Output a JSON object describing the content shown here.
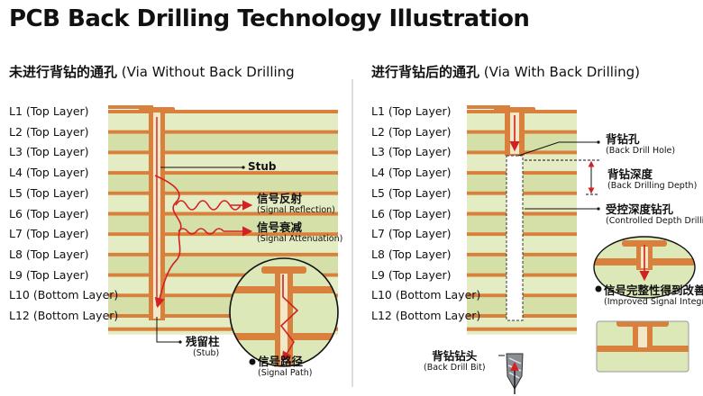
{
  "title": "PCB Back Drilling Technology Illustration",
  "left_panel": {
    "title_cn": "未进行背钻的通孔",
    "title_en": "(Via Without Back Drilling",
    "layers": [
      "L1 (Top Layer)",
      "L2 (Top Layer)",
      "L3 (Top Layer)",
      "L4 (Top Layer)",
      "L5 (Top Layer)",
      "L6 (Top Layer)",
      "L7 (Top Layer)",
      "L8 (Top Layer)",
      "L9 (Top Layer)",
      "L10 (Bottom Layer)",
      "L12 (Bottom Layer)"
    ],
    "stub": "Stub",
    "signal_reflection": {
      "cn": "信号反射",
      "en": "(Signal Reflection)"
    },
    "signal_attenuation": {
      "cn": "信号衰减",
      "en": "(Signal Attenuation)"
    },
    "residual_stub": {
      "cn": "残留柱",
      "en": "(Stub)"
    },
    "signal_path": {
      "cn": "信号路径",
      "en": "(Signal Path)"
    }
  },
  "right_panel": {
    "title_cn": "进行背钻后的通孔",
    "title_en": "(Via With Back Drilling)",
    "layers": [
      "L1 (Top Layer)",
      "L2 (Top Layer)",
      "L3 (Top Layer)",
      "L4 (Top Layer)",
      "L5 (Top Layer)",
      "L6 (Top Layer)",
      "L7 (Top Layer)",
      "L8 (Top Layer)",
      "L9 (Top Layer)",
      "L10 (Bottom Layer)",
      "L12 (Bottom Layer)"
    ],
    "back_drill_hole": {
      "cn": "背钻孔",
      "en": "(Back Drill Hole)"
    },
    "back_drilling_depth": {
      "cn": "背钻深度",
      "en": "(Back Drilling Depth)"
    },
    "controlled_depth": {
      "cn": "受控深度钻孔",
      "en": "(Controlled Depth Drilling)"
    },
    "improved_integrity": {
      "cn": "信号完整性得到改善",
      "en": "(Improved Signal Integrity)"
    },
    "back_drill_bit": {
      "cn": "背钻钻头",
      "en": "(Back Drill Bit)"
    }
  },
  "colors": {
    "board": "#dde8b8",
    "copper": "#d9803c",
    "copper_dark": "#b85a20",
    "arrow": "#d42020",
    "divider": "#bbbbbb"
  }
}
